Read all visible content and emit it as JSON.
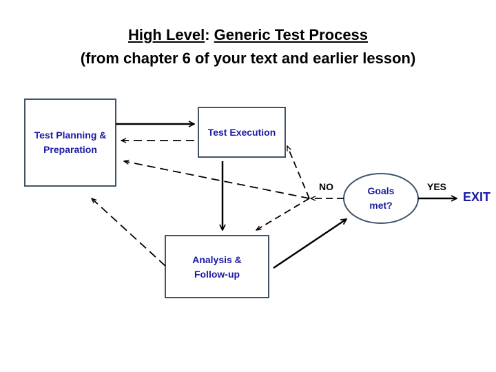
{
  "title": {
    "line1_part1": "High Level",
    "line1_sep": ": ",
    "line1_part2": "Generic Test Process",
    "line2": "(from chapter 6 of your text and earlier lesson)"
  },
  "nodes": {
    "planning": {
      "line1": "Test Planning &",
      "line2": "Preparation"
    },
    "execution": {
      "label": "Test Execution"
    },
    "analysis": {
      "line1": "Analysis &",
      "line2": "Follow-up"
    },
    "goals": {
      "line1": "Goals",
      "line2": "met?"
    },
    "exit": {
      "label": "EXIT"
    }
  },
  "edges": {
    "no_label": "NO",
    "yes_label": "YES"
  },
  "colors": {
    "box_border": "#3f5468",
    "node_text": "#1a1aa6",
    "arrow": "#000000"
  }
}
